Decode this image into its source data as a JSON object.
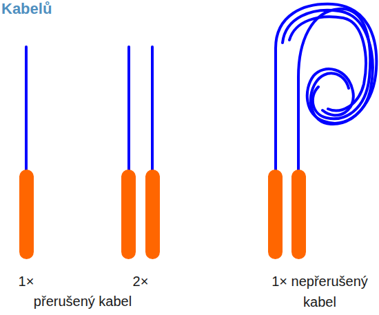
{
  "diagram": {
    "title": "Kabelů",
    "labels": [
      "1×",
      "2×",
      "přerušený kabel",
      "1× nepřerušený kabel"
    ]
  }
}
